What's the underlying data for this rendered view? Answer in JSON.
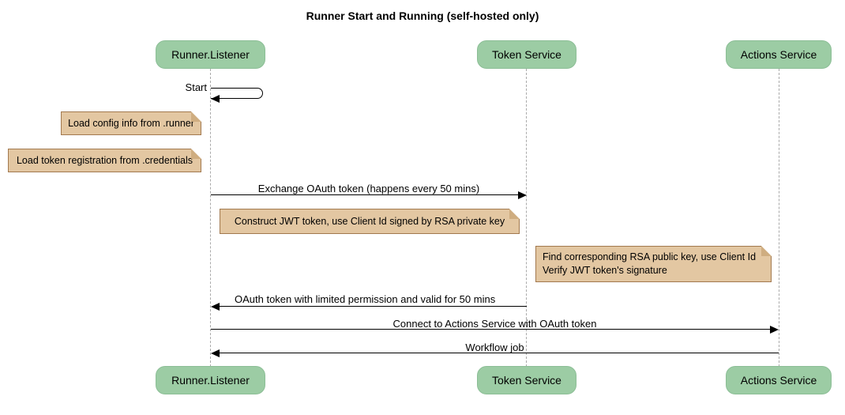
{
  "title": "Runner Start and Running (self-hosted only)",
  "participants": [
    {
      "name": "Runner.Listener"
    },
    {
      "name": "Token Service"
    },
    {
      "name": "Actions Service"
    }
  ],
  "messages": [
    {
      "from": "Runner.Listener",
      "to": "Runner.Listener",
      "kind": "self",
      "label": "Start"
    },
    {
      "from": "Runner.Listener",
      "to": "Token Service",
      "kind": "arrow-right",
      "label": "Exchange OAuth token (happens every 50 mins)"
    },
    {
      "from": "Token Service",
      "to": "Runner.Listener",
      "kind": "arrow-left",
      "label": "OAuth token with limited permission and valid for 50 mins"
    },
    {
      "from": "Runner.Listener",
      "to": "Actions Service",
      "kind": "arrow-right",
      "label": "Connect to Actions Service with OAuth token"
    },
    {
      "from": "Actions Service",
      "to": "Runner.Listener",
      "kind": "arrow-left",
      "label": "Workflow job"
    }
  ],
  "notes": [
    {
      "position": "left of Runner.Listener",
      "text": "Load config info from .runner"
    },
    {
      "position": "left of Runner.Listener",
      "text": "Load token registration from .credentials"
    },
    {
      "position": "right of Runner.Listener",
      "text": "Construct JWT token, use Client Id signed by RSA private key"
    },
    {
      "position": "right of Token Service",
      "lines": [
        "Find corresponding RSA public key, use Client Id",
        "Verify JWT token's signature"
      ]
    }
  ],
  "colors": {
    "participant_fill": "#9ccca4",
    "participant_border": "#8cbe96",
    "note_fill": "#e3c7a2",
    "note_border": "#a2794e",
    "note_fold": "#cfad80",
    "lifeline": "#aaaaaa",
    "arrow": "#000000"
  }
}
